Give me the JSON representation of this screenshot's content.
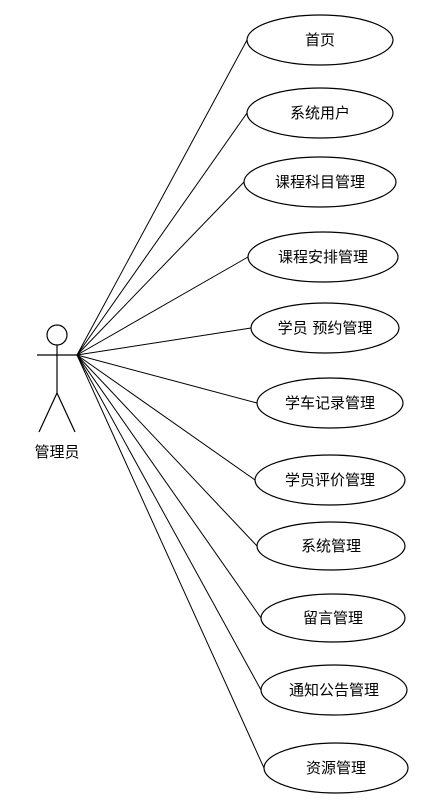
{
  "actor": {
    "label": "管理员"
  },
  "use_cases": [
    {
      "label": "首页"
    },
    {
      "label": "系统用户"
    },
    {
      "label": "课程科目管理"
    },
    {
      "label": "课程安排管理"
    },
    {
      "label": "学员 预约管理"
    },
    {
      "label": "学车记录管理"
    },
    {
      "label": "学员评价管理"
    },
    {
      "label": "系统管理"
    },
    {
      "label": "留言管理"
    },
    {
      "label": "通知公告管理"
    },
    {
      "label": "资源管理"
    }
  ]
}
